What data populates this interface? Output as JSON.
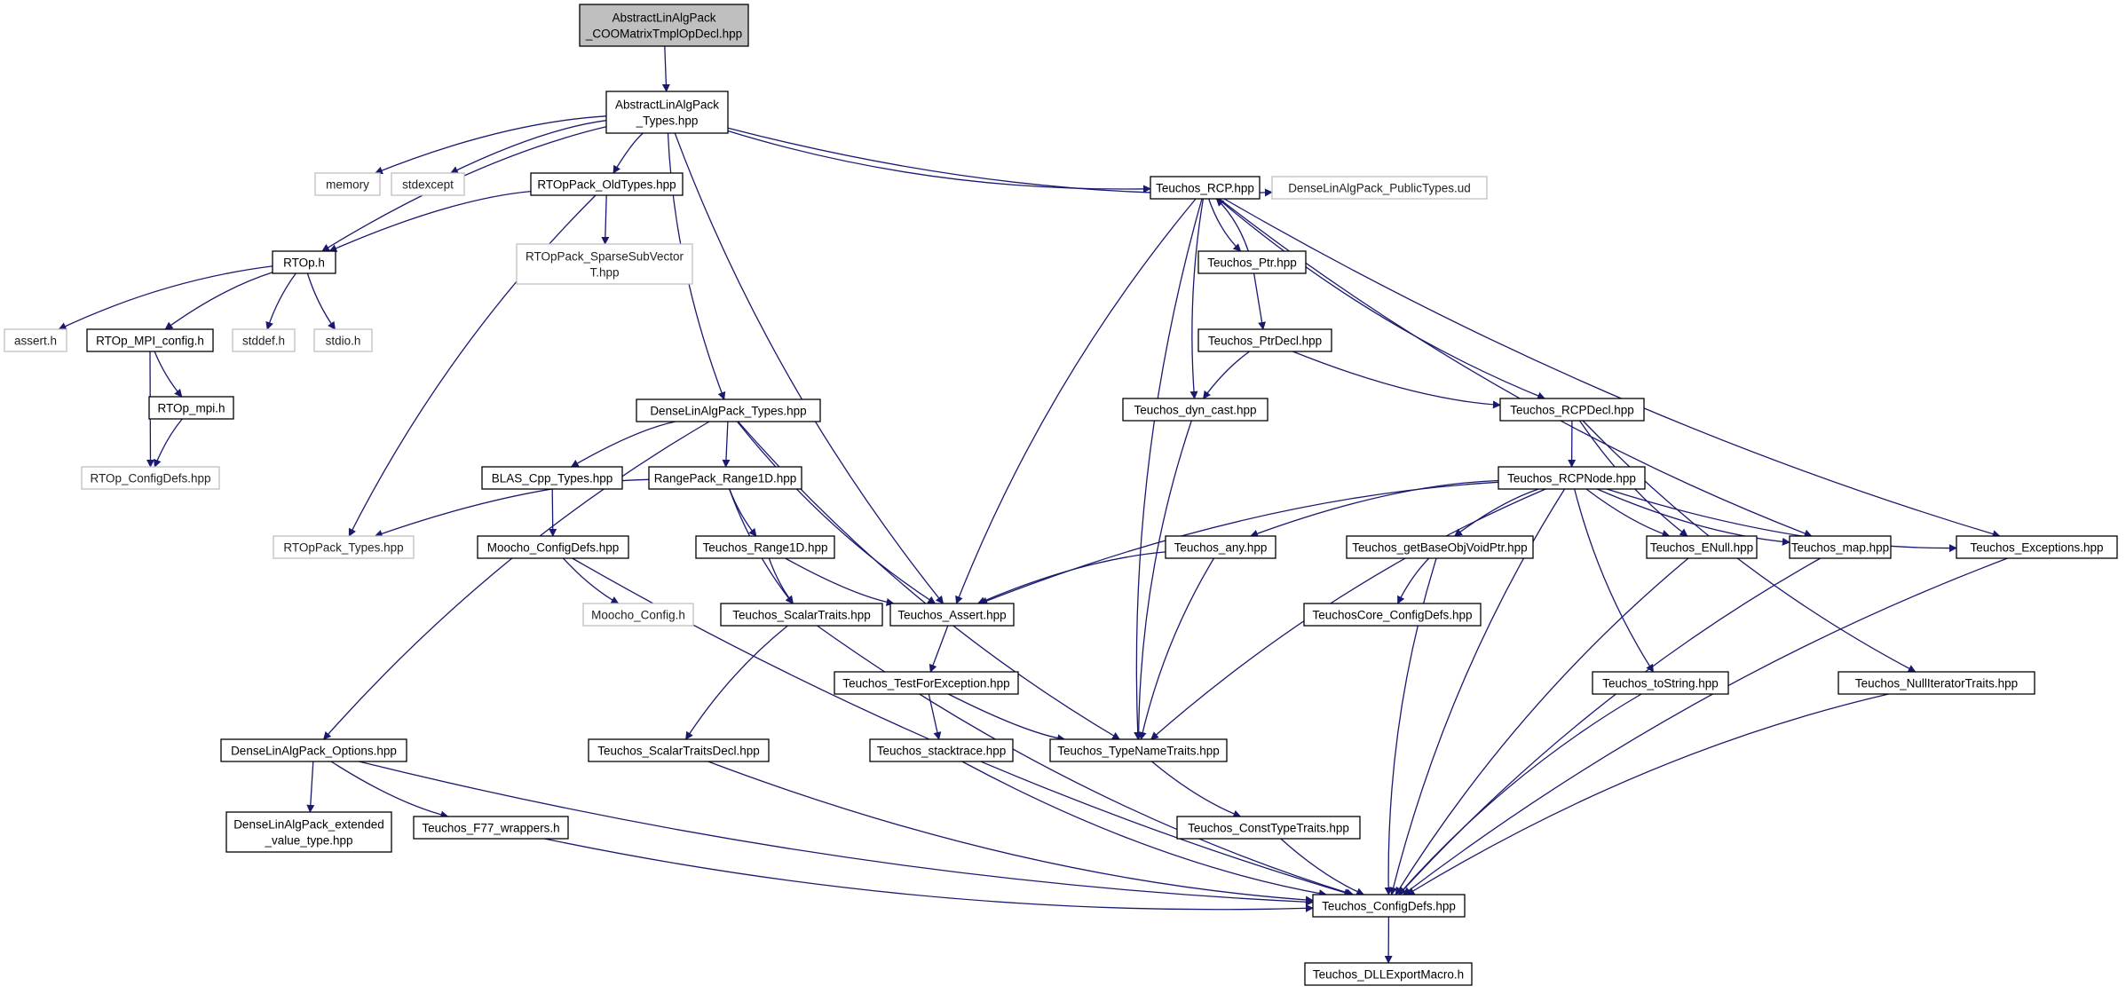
{
  "colors": {
    "edge": "#191970",
    "node_border": "#000000",
    "ghost_border": "#bfbfbf",
    "root_fill": "#bfbfbf",
    "background": "#ffffff"
  },
  "nodes": [
    {
      "id": "root",
      "lines": [
        "AbstractLinAlgPack",
        "_COOMatrixTmplOpDecl.hpp"
      ],
      "style": "root"
    },
    {
      "id": "alap_types",
      "lines": [
        "AbstractLinAlgPack",
        "_Types.hpp"
      ],
      "style": "normal"
    },
    {
      "id": "memory",
      "lines": [
        "memory"
      ],
      "style": "ghost"
    },
    {
      "id": "stdexcept",
      "lines": [
        "stdexcept"
      ],
      "style": "ghost"
    },
    {
      "id": "rtoppack_oldtypes",
      "lines": [
        "RTOpPack_OldTypes.hpp"
      ],
      "style": "normal"
    },
    {
      "id": "teuchos_rcp",
      "lines": [
        "Teuchos_RCP.hpp"
      ],
      "style": "normal"
    },
    {
      "id": "dlap_publictypes",
      "lines": [
        "DenseLinAlgPack_PublicTypes.ud"
      ],
      "style": "ghost"
    },
    {
      "id": "rtop_h",
      "lines": [
        "RTOp.h"
      ],
      "style": "normal"
    },
    {
      "id": "rtoppack_sparse",
      "lines": [
        "RTOpPack_SparseSubVector",
        "T.hpp"
      ],
      "style": "ghost"
    },
    {
      "id": "teuchos_ptr",
      "lines": [
        "Teuchos_Ptr.hpp"
      ],
      "style": "normal"
    },
    {
      "id": "assert_h",
      "lines": [
        "assert.h"
      ],
      "style": "ghost"
    },
    {
      "id": "rtop_mpi_config",
      "lines": [
        "RTOp_MPI_config.h"
      ],
      "style": "normal"
    },
    {
      "id": "stddef_h",
      "lines": [
        "stddef.h"
      ],
      "style": "ghost"
    },
    {
      "id": "stdio_h",
      "lines": [
        "stdio.h"
      ],
      "style": "ghost"
    },
    {
      "id": "teuchos_ptrdecl",
      "lines": [
        "Teuchos_PtrDecl.hpp"
      ],
      "style": "normal"
    },
    {
      "id": "rtop_mpi_h",
      "lines": [
        "RTOp_mpi.h"
      ],
      "style": "normal"
    },
    {
      "id": "dlap_types",
      "lines": [
        "DenseLinAlgPack_Types.hpp"
      ],
      "style": "normal"
    },
    {
      "id": "teuchos_dyn_cast",
      "lines": [
        "Teuchos_dyn_cast.hpp"
      ],
      "style": "normal"
    },
    {
      "id": "teuchos_rcpdecl",
      "lines": [
        "Teuchos_RCPDecl.hpp"
      ],
      "style": "normal"
    },
    {
      "id": "rtop_configdefs",
      "lines": [
        "RTOp_ConfigDefs.hpp"
      ],
      "style": "ghost"
    },
    {
      "id": "blas_cpp_types",
      "lines": [
        "BLAS_Cpp_Types.hpp"
      ],
      "style": "normal"
    },
    {
      "id": "rangepack_range1d",
      "lines": [
        "RangePack_Range1D.hpp"
      ],
      "style": "normal"
    },
    {
      "id": "teuchos_rcpnode",
      "lines": [
        "Teuchos_RCPNode.hpp"
      ],
      "style": "normal"
    },
    {
      "id": "rtoppack_types",
      "lines": [
        "RTOpPack_Types.hpp"
      ],
      "style": "ghost"
    },
    {
      "id": "moocho_configdefs",
      "lines": [
        "Moocho_ConfigDefs.hpp"
      ],
      "style": "normal"
    },
    {
      "id": "teuchos_range1d",
      "lines": [
        "Teuchos_Range1D.hpp"
      ],
      "style": "normal"
    },
    {
      "id": "teuchos_any",
      "lines": [
        "Teuchos_any.hpp"
      ],
      "style": "normal"
    },
    {
      "id": "teuchos_getbaseobj",
      "lines": [
        "Teuchos_getBaseObjVoidPtr.hpp"
      ],
      "style": "normal"
    },
    {
      "id": "teuchos_enull",
      "lines": [
        "Teuchos_ENull.hpp"
      ],
      "style": "normal"
    },
    {
      "id": "teuchos_map",
      "lines": [
        "Teuchos_map.hpp"
      ],
      "style": "normal"
    },
    {
      "id": "teuchos_exceptions",
      "lines": [
        "Teuchos_Exceptions.hpp"
      ],
      "style": "normal"
    },
    {
      "id": "moocho_config",
      "lines": [
        "Moocho_Config.h"
      ],
      "style": "ghost"
    },
    {
      "id": "teuchos_scalartraits",
      "lines": [
        "Teuchos_ScalarTraits.hpp"
      ],
      "style": "normal"
    },
    {
      "id": "teuchos_assert",
      "lines": [
        "Teuchos_Assert.hpp"
      ],
      "style": "normal"
    },
    {
      "id": "teuchoscore_configdefs",
      "lines": [
        "TeuchosCore_ConfigDefs.hpp"
      ],
      "style": "normal"
    },
    {
      "id": "teuchos_testforexception",
      "lines": [
        "Teuchos_TestForException.hpp"
      ],
      "style": "normal"
    },
    {
      "id": "teuchos_tostring",
      "lines": [
        "Teuchos_toString.hpp"
      ],
      "style": "normal"
    },
    {
      "id": "teuchos_nulliteratortraits",
      "lines": [
        "Teuchos_NullIteratorTraits.hpp"
      ],
      "style": "normal"
    },
    {
      "id": "dlap_options",
      "lines": [
        "DenseLinAlgPack_Options.hpp"
      ],
      "style": "normal"
    },
    {
      "id": "teuchos_scalartraitsdecl",
      "lines": [
        "Teuchos_ScalarTraitsDecl.hpp"
      ],
      "style": "normal"
    },
    {
      "id": "teuchos_stacktrace",
      "lines": [
        "Teuchos_stacktrace.hpp"
      ],
      "style": "normal"
    },
    {
      "id": "teuchos_typenametraits",
      "lines": [
        "Teuchos_TypeNameTraits.hpp"
      ],
      "style": "normal"
    },
    {
      "id": "dlap_extended",
      "lines": [
        "DenseLinAlgPack_extended",
        "_value_type.hpp"
      ],
      "style": "normal"
    },
    {
      "id": "teuchos_f77",
      "lines": [
        "Teuchos_F77_wrappers.h"
      ],
      "style": "normal"
    },
    {
      "id": "teuchos_consttypetraits",
      "lines": [
        "Teuchos_ConstTypeTraits.hpp"
      ],
      "style": "normal"
    },
    {
      "id": "teuchos_configdefs",
      "lines": [
        "Teuchos_ConfigDefs.hpp"
      ],
      "style": "normal"
    },
    {
      "id": "teuchos_dllexport",
      "lines": [
        "Teuchos_DLLExportMacro.h"
      ],
      "style": "normal"
    }
  ],
  "edges": [
    [
      "root",
      "alap_types"
    ],
    [
      "alap_types",
      "memory"
    ],
    [
      "alap_types",
      "stdexcept"
    ],
    [
      "alap_types",
      "rtoppack_oldtypes"
    ],
    [
      "alap_types",
      "rtop_h"
    ],
    [
      "alap_types",
      "dlap_types"
    ],
    [
      "alap_types",
      "teuchos_assert"
    ],
    [
      "alap_types",
      "teuchos_rcp"
    ],
    [
      "alap_types",
      "dlap_publictypes"
    ],
    [
      "rtoppack_oldtypes",
      "rtop_h"
    ],
    [
      "rtoppack_oldtypes",
      "rtoppack_sparse"
    ],
    [
      "rtoppack_oldtypes",
      "rtoppack_types"
    ],
    [
      "rtop_h",
      "assert_h"
    ],
    [
      "rtop_h",
      "rtop_mpi_config"
    ],
    [
      "rtop_h",
      "stddef_h"
    ],
    [
      "rtop_h",
      "stdio_h"
    ],
    [
      "rtop_mpi_config",
      "rtop_mpi_h"
    ],
    [
      "rtop_mpi_config",
      "rtop_configdefs"
    ],
    [
      "rtop_mpi_h",
      "rtop_configdefs"
    ],
    [
      "teuchos_rcp",
      "teuchos_ptr"
    ],
    [
      "teuchos_ptr",
      "teuchos_rcp"
    ],
    [
      "teuchos_rcp",
      "teuchos_assert"
    ],
    [
      "teuchos_rcp",
      "teuchos_typenametraits"
    ],
    [
      "teuchos_rcp",
      "teuchos_dyn_cast"
    ],
    [
      "teuchos_rcp",
      "teuchos_rcpdecl"
    ],
    [
      "teuchos_rcp",
      "teuchos_map"
    ],
    [
      "teuchos_rcp",
      "teuchos_exceptions"
    ],
    [
      "teuchos_ptr",
      "teuchos_ptrdecl"
    ],
    [
      "teuchos_ptrdecl",
      "teuchos_dyn_cast"
    ],
    [
      "teuchos_ptrdecl",
      "teuchos_rcpdecl"
    ],
    [
      "teuchos_dyn_cast",
      "teuchos_typenametraits"
    ],
    [
      "teuchos_rcpdecl",
      "teuchos_rcpnode"
    ],
    [
      "teuchos_rcpdecl",
      "teuchos_enull"
    ],
    [
      "teuchos_rcpdecl",
      "teuchos_nulliteratortraits"
    ],
    [
      "teuchos_rcpnode",
      "teuchos_assert"
    ],
    [
      "teuchos_rcpnode",
      "teuchos_any"
    ],
    [
      "teuchos_rcpnode",
      "teuchos_typenametraits"
    ],
    [
      "teuchos_rcpnode",
      "teuchos_getbaseobj"
    ],
    [
      "teuchos_rcpnode",
      "teuchos_enull"
    ],
    [
      "teuchos_rcpnode",
      "teuchos_map"
    ],
    [
      "teuchos_rcpnode",
      "teuchos_exceptions"
    ],
    [
      "teuchos_rcpnode",
      "teuchos_tostring"
    ],
    [
      "teuchos_rcpnode",
      "teuchos_configdefs"
    ],
    [
      "dlap_types",
      "blas_cpp_types"
    ],
    [
      "dlap_types",
      "rangepack_range1d"
    ],
    [
      "dlap_types",
      "dlap_options"
    ],
    [
      "dlap_types",
      "teuchos_assert"
    ],
    [
      "dlap_types",
      "teuchos_typenametraits"
    ],
    [
      "blas_cpp_types",
      "moocho_configdefs"
    ],
    [
      "rangepack_range1d",
      "rtoppack_types"
    ],
    [
      "rangepack_range1d",
      "teuchos_range1d"
    ],
    [
      "rangepack_range1d",
      "teuchos_scalartraits"
    ],
    [
      "moocho_configdefs",
      "moocho_config"
    ],
    [
      "moocho_configdefs",
      "teuchos_configdefs"
    ],
    [
      "teuchos_range1d",
      "teuchos_scalartraits"
    ],
    [
      "teuchos_range1d",
      "teuchos_assert"
    ],
    [
      "teuchos_any",
      "teuchos_assert"
    ],
    [
      "teuchos_any",
      "teuchos_typenametraits"
    ],
    [
      "teuchos_getbaseobj",
      "teuchoscore_configdefs"
    ],
    [
      "teuchos_getbaseobj",
      "teuchos_configdefs"
    ],
    [
      "teuchos_enull",
      "teuchos_configdefs"
    ],
    [
      "teuchos_map",
      "teuchos_configdefs"
    ],
    [
      "teuchos_exceptions",
      "teuchos_configdefs"
    ],
    [
      "teuchos_scalartraits",
      "teuchos_scalartraitsdecl"
    ],
    [
      "teuchos_scalartraits",
      "teuchos_configdefs"
    ],
    [
      "teuchos_assert",
      "teuchos_testforexception"
    ],
    [
      "teuchos_testforexception",
      "teuchos_stacktrace"
    ],
    [
      "teuchos_testforexception",
      "teuchos_typenametraits"
    ],
    [
      "teuchos_tostring",
      "teuchos_configdefs"
    ],
    [
      "teuchos_nulliteratortraits",
      "teuchos_configdefs"
    ],
    [
      "dlap_options",
      "dlap_extended"
    ],
    [
      "dlap_options",
      "teuchos_f77"
    ],
    [
      "dlap_options",
      "teuchos_configdefs"
    ],
    [
      "teuchos_scalartraitsdecl",
      "teuchos_configdefs"
    ],
    [
      "teuchos_stacktrace",
      "teuchos_configdefs"
    ],
    [
      "teuchos_typenametraits",
      "teuchos_consttypetraits"
    ],
    [
      "teuchos_f77",
      "teuchos_configdefs"
    ],
    [
      "teuchos_consttypetraits",
      "teuchos_configdefs"
    ],
    [
      "teuchos_configdefs",
      "teuchos_dllexport"
    ]
  ]
}
